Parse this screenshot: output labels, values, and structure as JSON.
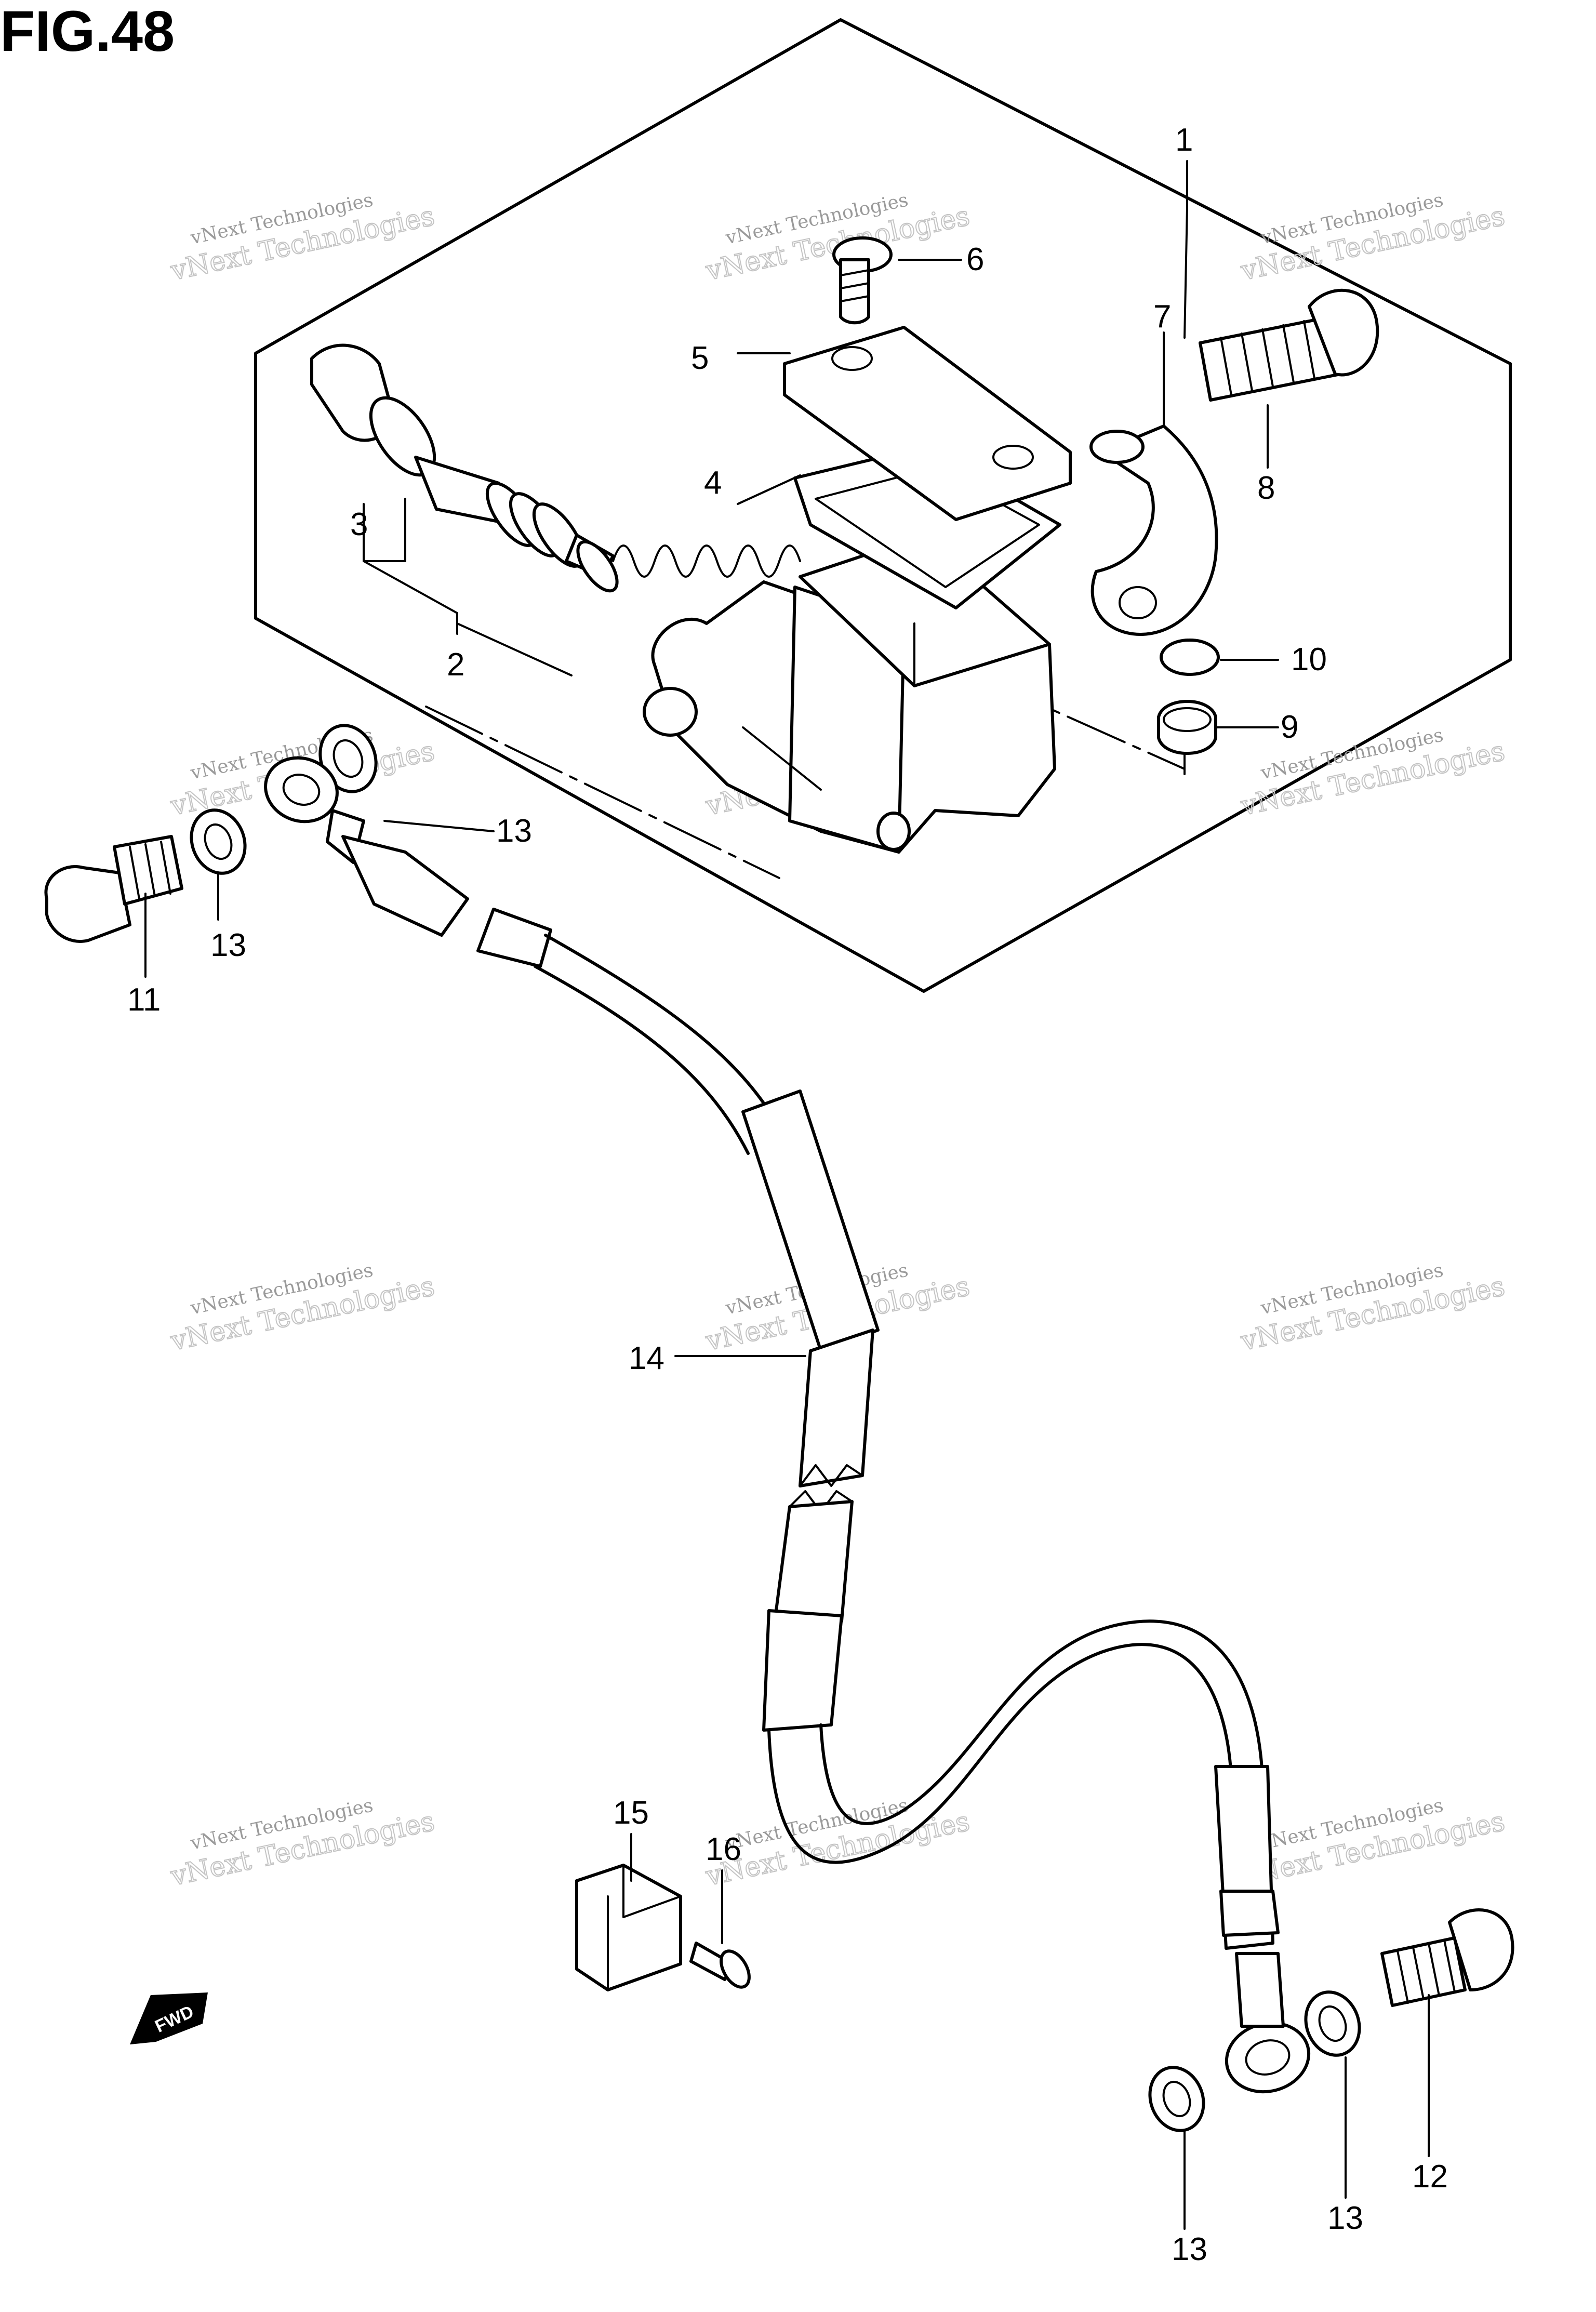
{
  "figure": {
    "title": "FIG.48"
  },
  "callouts": {
    "c1": "1",
    "c2": "2",
    "c3": "3",
    "c4": "4",
    "c5": "5",
    "c6": "6",
    "c7": "7",
    "c8": "8",
    "c9": "9",
    "c10": "10",
    "c11": "11",
    "c12": "12",
    "c13a": "13",
    "c13b": "13",
    "c13c": "13",
    "c13d": "13",
    "c14": "14",
    "c15": "15",
    "c16": "16"
  },
  "watermark": {
    "line1": "vNext Technologies",
    "line2": "vNext Technologies"
  },
  "direction_badge": {
    "label": "FWD"
  }
}
